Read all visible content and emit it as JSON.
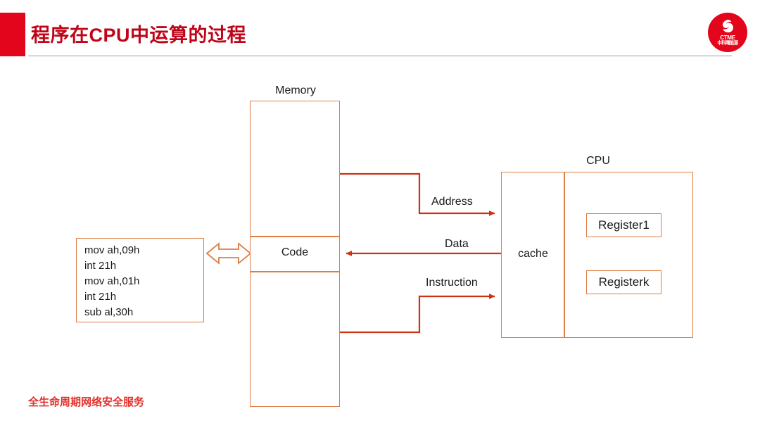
{
  "header": {
    "title": "程序在CPU中运算的过程",
    "accent_color": "#e3051b",
    "title_color": "#c00418"
  },
  "logo": {
    "name": "ctme-logo",
    "text_en": "CTME",
    "text_cn": "中科曙能源",
    "circle_color": "#e3051b"
  },
  "diagram": {
    "line_color": "#dd7e45",
    "arrow_color": "#cc3311",
    "code_box": {
      "lines": [
        "mov ah,09h",
        "int 21h",
        "mov ah,01h",
        "int 21h",
        "sub al,30h"
      ]
    },
    "memory": {
      "title": "Memory",
      "code_section_label": "Code"
    },
    "cpu": {
      "title": "CPU",
      "cache_label": "cache",
      "registers": [
        {
          "label": "Register1"
        },
        {
          "label": "Registerk"
        }
      ]
    },
    "connectors": [
      {
        "label": "Address",
        "direction": "memory-to-cpu"
      },
      {
        "label": "Data",
        "direction": "cpu-to-memory"
      },
      {
        "label": "Instruction",
        "direction": "memory-to-cpu"
      }
    ],
    "bidirectional_link": {
      "name": "code-memory-link",
      "direction": "both"
    }
  },
  "footer": {
    "slogan": "全生命周期网络安全服务",
    "color": "#e3302a"
  }
}
